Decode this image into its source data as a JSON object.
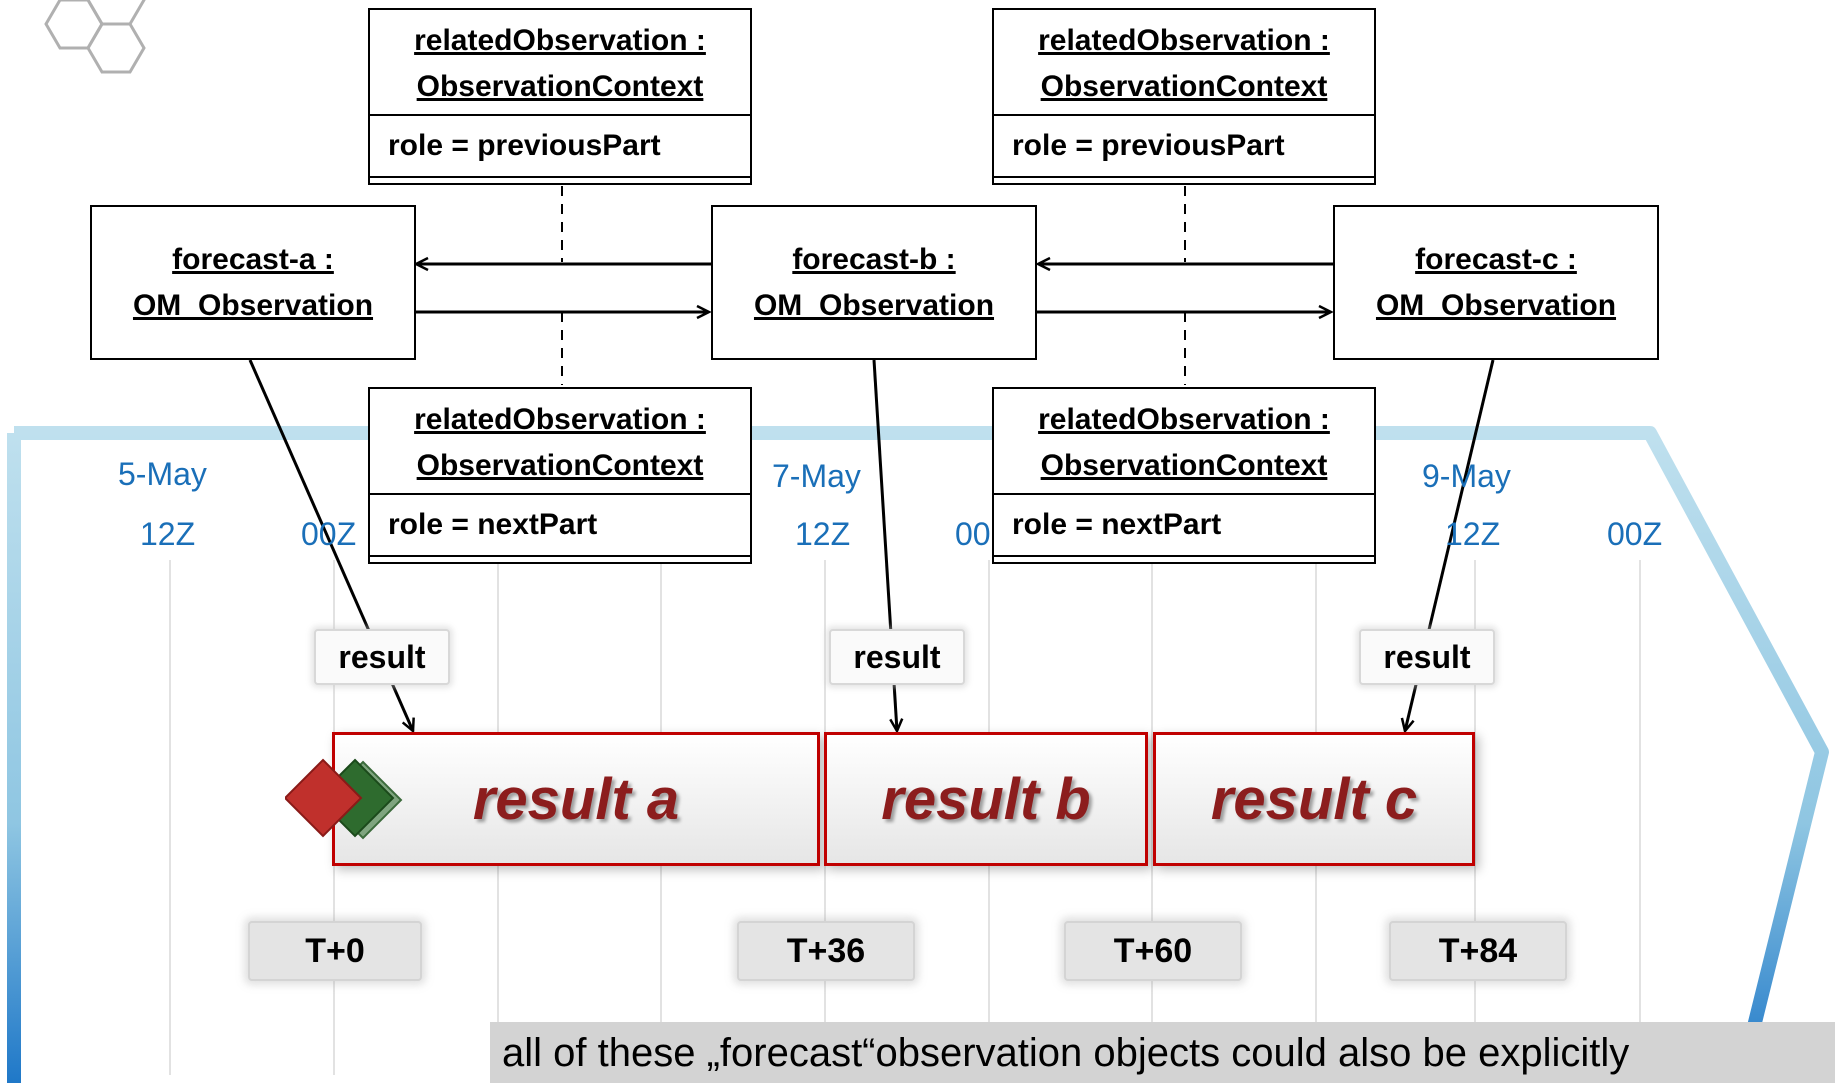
{
  "contexts": [
    {
      "title_line1": "relatedObservation :",
      "title_line2": "ObservationContext",
      "role": "role = previousPart"
    },
    {
      "title_line1": "relatedObservation :",
      "title_line2": "ObservationContext",
      "role": "role = previousPart"
    },
    {
      "title_line1": "relatedObservation :",
      "title_line2": "ObservationContext",
      "role": "role = nextPart"
    },
    {
      "title_line1": "relatedObservation :",
      "title_line2": "ObservationContext",
      "role": "role = nextPart"
    }
  ],
  "observations": [
    {
      "line1": "forecast-a :",
      "line2": "OM_Observation"
    },
    {
      "line1": "forecast-b :",
      "line2": "OM_Observation"
    },
    {
      "line1": "forecast-c :",
      "line2": "OM_Observation"
    }
  ],
  "timeline": {
    "dates": [
      "5-May",
      "7-May",
      "9-May"
    ],
    "hours": [
      "12Z",
      "00Z",
      "12Z",
      "00",
      "12Z",
      "00Z"
    ]
  },
  "result_labels": [
    "result",
    "result",
    "result"
  ],
  "results": [
    "result a",
    "result b",
    "result c"
  ],
  "offsets": [
    "T+0",
    "T+36",
    "T+60",
    "T+84"
  ],
  "note": "all of these „forecast“observation objects could also be explicitly",
  "colors": {
    "timeline_frame": "#9ccfe2",
    "date_text": "#1a6fb8",
    "result_border": "#c00000",
    "result_text": "#8c1d1d"
  },
  "icons": [
    "hexagon-logo-icon",
    "layered-diamonds-icon"
  ]
}
